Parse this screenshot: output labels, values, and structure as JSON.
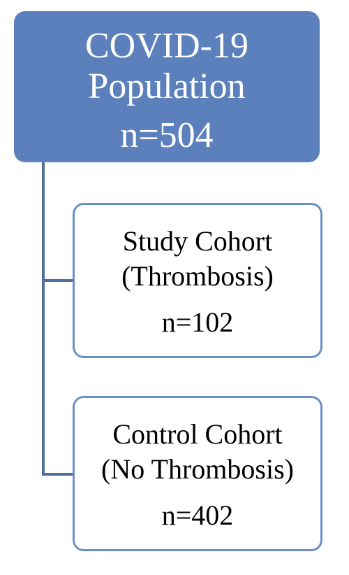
{
  "diagram": {
    "root": {
      "line1": "COVID-19",
      "line2": "Population",
      "line3": "n=504"
    },
    "children": [
      {
        "line1": "Study Cohort",
        "line2": "(Thrombosis)",
        "line3": "n=102"
      },
      {
        "line1": "Control Cohort",
        "line2": "(No Thrombosis)",
        "line3": "n=402"
      }
    ]
  },
  "colors": {
    "root_fill": "#5b80bb",
    "child_border": "#6b8fc6",
    "connector": "#4f6e9a"
  }
}
